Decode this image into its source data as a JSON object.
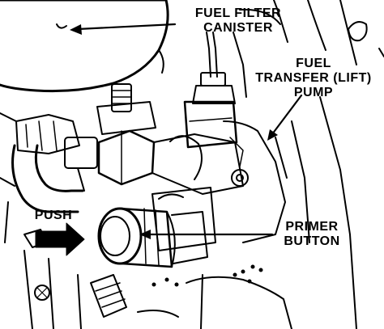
{
  "labels": {
    "fuel_filter": [
      "FUEL FILTER",
      "CANISTER"
    ],
    "transfer_pump": [
      "FUEL",
      "TRANSFER (LIFT)",
      "PUMP"
    ],
    "primer": [
      "PRIMER",
      "BUTTON"
    ],
    "push": "PUSH"
  },
  "colors": {
    "ink": "#000000",
    "paper": "#ffffff"
  }
}
